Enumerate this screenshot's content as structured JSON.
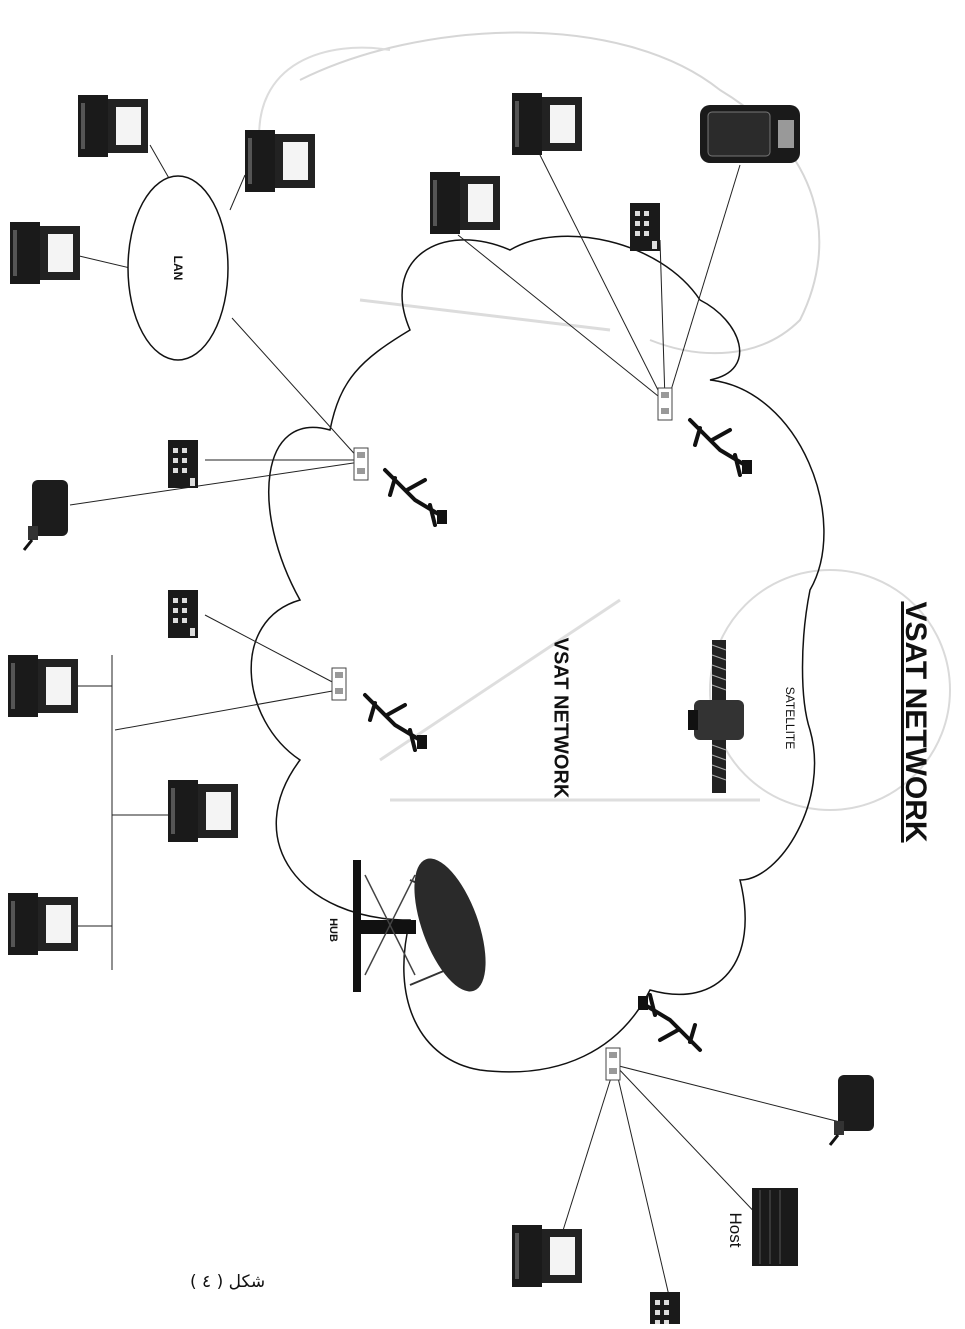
{
  "figure": {
    "title": "VSAT NETWORK",
    "network_label": "VSAT NETWORK",
    "satellite_label": "SATELLITE",
    "lan_label": "LAN",
    "hub_label": "HUB",
    "host_label": "Host",
    "caption": "شكل ( ٤ )"
  },
  "colors": {
    "ink": "#111111",
    "faint": "#cfcfcf"
  },
  "icons": [
    "computer-icon",
    "telephone-icon",
    "atm-machine-icon",
    "satellite-icon",
    "hub-dish-icon",
    "vsat-antenna-icon",
    "host-terminal-icon",
    "fax-icon"
  ]
}
